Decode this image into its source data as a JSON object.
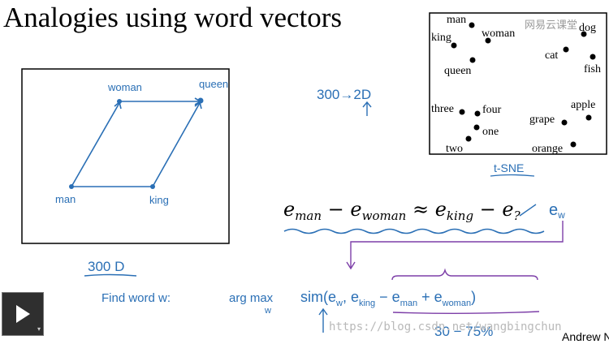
{
  "slide": {
    "title": "Analogies using word vectors",
    "brand_text": "网易云课堂",
    "author": "Andrew N",
    "watermark": "https://blog.csdn.net/wangbingchun"
  },
  "parallelogram": {
    "labels": {
      "woman": "woman",
      "queen": "queen",
      "man": "man",
      "king": "king"
    }
  },
  "annotations": {
    "dim_reduce": "300→2D",
    "dim_300": "300 D",
    "tsne": "t-SNE",
    "find_word": "Find word w:",
    "argmax": "arg max",
    "argmax_sub": "w",
    "sim_formula": "sim(e",
    "sim_sub_w": "w",
    "sim_rest": ", e",
    "sim_sub_king": "king",
    "sim_minus": " − e",
    "sim_sub_man": "man",
    "sim_plus": " + e",
    "sim_sub_woman": "woman",
    "sim_close": ")",
    "accuracy": "30 − 75%",
    "e_w": "e",
    "e_w_sub": "w"
  },
  "equation": {
    "e1": "e",
    "s1": "man",
    "op1": " − ",
    "e2": "e",
    "s2": "woman",
    "op2": " ≈ ",
    "e3": "e",
    "s3": "king",
    "op3": " − ",
    "e4": "e",
    "s4": "?"
  },
  "tsne_plot": {
    "words": [
      "man",
      "woman",
      "king",
      "dog",
      "cat",
      "fish",
      "queen",
      "three",
      "four",
      "one",
      "two",
      "apple",
      "grape",
      "orange"
    ]
  },
  "player": {
    "icon": "play-icon",
    "corner": "▾"
  }
}
